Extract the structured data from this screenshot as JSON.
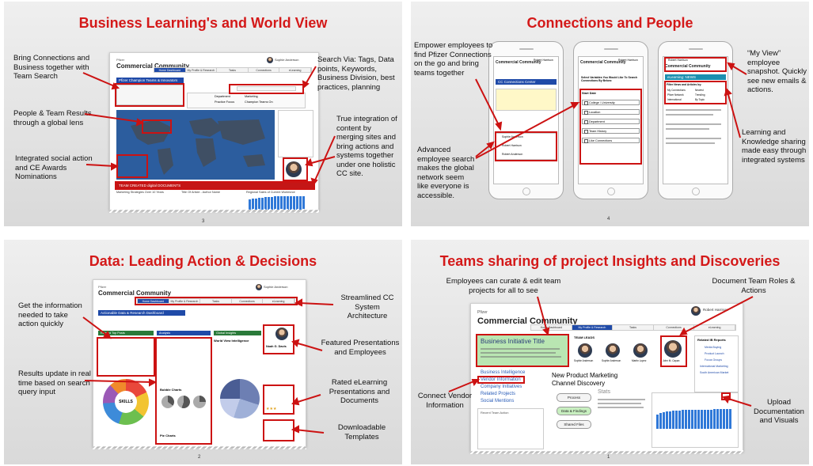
{
  "slides": {
    "s1": {
      "title": "Business Learning's and World View",
      "labels": {
        "bring": "Bring Connections and Business together with Team Search",
        "search": "Search Via: Tags, Data points, Keywords, Business Division, best practices, planning",
        "people": "People & Team Results through a global lens",
        "integration": "True integration of content by merging sites and bring actions and systems together under one holistic CC site.",
        "social": "Integrated social action and  CE Awards Nominations"
      },
      "mock": {
        "logo_small": "Pfizer",
        "logo": "Commercial Community",
        "user": "Sophie Anderson",
        "nav": [
          "Home Dashboard",
          "My Profile & Research",
          "Tasks",
          "Connections",
          "eLearning"
        ],
        "banner": "Pfizer Champion Teams & Innovators",
        "checks": [
          "Department",
          "Marketing",
          "Practice Focus",
          "Champion Teams On"
        ],
        "bottom_bar": "TEAM CREATED digital DOCUMENTS",
        "col_titles": [
          "Marketing Strategies Over 10 Years",
          "Title Of Article - Author Name",
          "Regional Sales of Current Workforce"
        ],
        "page": "3"
      }
    },
    "s2": {
      "title": "Connections and People",
      "labels": {
        "empower": "Empower employees to find Pfizer Connections on the go and bring teams together",
        "myview": "“My View” employee snapshot. Quickly see new emails & actions.",
        "advanced": "Advanced employee search makes the global network seem like everyone is accessible.",
        "learning": "Learning and Knowledge sharing made easy through integrated systems"
      },
      "phone1": {
        "logo": "Commercial Community",
        "user": "Robert Harrison",
        "banner": "CC Connections Center",
        "people": [
          "Sophie Anderson",
          "Robert Harrison",
          "Robert Anderson"
        ]
      },
      "phone2": {
        "logo": "Commercial Community",
        "user": "Robert Harrison",
        "intro": "Select Variables You Would Like To Search Connections By Below:",
        "checks": [
          "College / University",
          "Location",
          "Department",
          "Team History",
          "Like Connections"
        ],
        "start": "Start Date"
      },
      "phone3": {
        "logo": "Commercial Community",
        "user": "Robert Harrison",
        "banner": "eLearning: NEWS",
        "filter": "Filter News and Articles by:",
        "options": [
          "My Connections",
          "Newest",
          "Pfizer Network",
          "Trending",
          "International",
          "By Topic"
        ]
      },
      "page": "4"
    },
    "s3": {
      "title": "Data: Leading Action & Decisions",
      "labels": {
        "get": "Get the information needed to take action quickly",
        "streamlined": "Streamlined CC System Architecture",
        "featured": "Featured Presentations and Employees",
        "results": "Results update in real time based on search query input",
        "rated": "Rated eLearning Presentations and Documents",
        "templates": "Downloadable Templates"
      },
      "mock": {
        "logo_small": "Pfizer",
        "logo": "Commercial Community",
        "user": "Sophie Anderson",
        "nav": [
          "Home Dashboard",
          "My Profile & Research",
          "Tasks",
          "Connections",
          "eLearning"
        ],
        "banner": "Actionable Data & Research Dashboard",
        "cols": [
          "Related Top Posts",
          "Analysis",
          "Global Insights"
        ],
        "skills": "SKILLS",
        "sections": [
          "Bubble Charts",
          "Pie Charts",
          "World View Intelligence"
        ],
        "person": "Noah G. Davis",
        "page": "2"
      }
    },
    "s4": {
      "title": "Teams sharing of project Insights and Discoveries",
      "labels": {
        "curate": "Employees can curate & edit team projects for all to see",
        "roles": "Document Team Roles & Actions",
        "vendor": "Connect Vendor Information",
        "upload": "Upload Documentation and Visuals"
      },
      "mock": {
        "logo_small": "Pfizer",
        "logo": "Commercial Community",
        "user": "Robert Harrison",
        "nav": [
          "Home Dashboard",
          "My Profile & Research",
          "Tasks",
          "Connections",
          "eLearning"
        ],
        "initiative": "Business Initiative Title",
        "team_leads": "TEAM LEADS",
        "links": [
          "Business Intelligence",
          "Vendor Information",
          "Company Initiatives",
          "Related Projects",
          "Social Mentions"
        ],
        "product": "New Product Marketing",
        "channel": "Channel Discovery",
        "pills": [
          "Process",
          "Data & Findings",
          "Shared Files"
        ],
        "stats": "Stats",
        "related": "Related IB Reports",
        "report_links": [
          "Media Buying",
          "Product Launch",
          "Focus Groups",
          "International Marketing",
          "South American Market"
        ],
        "members": [
          "Sophie Anderson",
          "Sophie Anderson",
          "Martin Lopez",
          "John M. Cayan"
        ],
        "recent": "Recent Team Action",
        "page": "1"
      }
    }
  },
  "colors": {
    "title_red": "#d41919",
    "box_red": "#cc1212",
    "nav_blue": "#1f4aa8",
    "bar_blue": "#2f78d8"
  }
}
